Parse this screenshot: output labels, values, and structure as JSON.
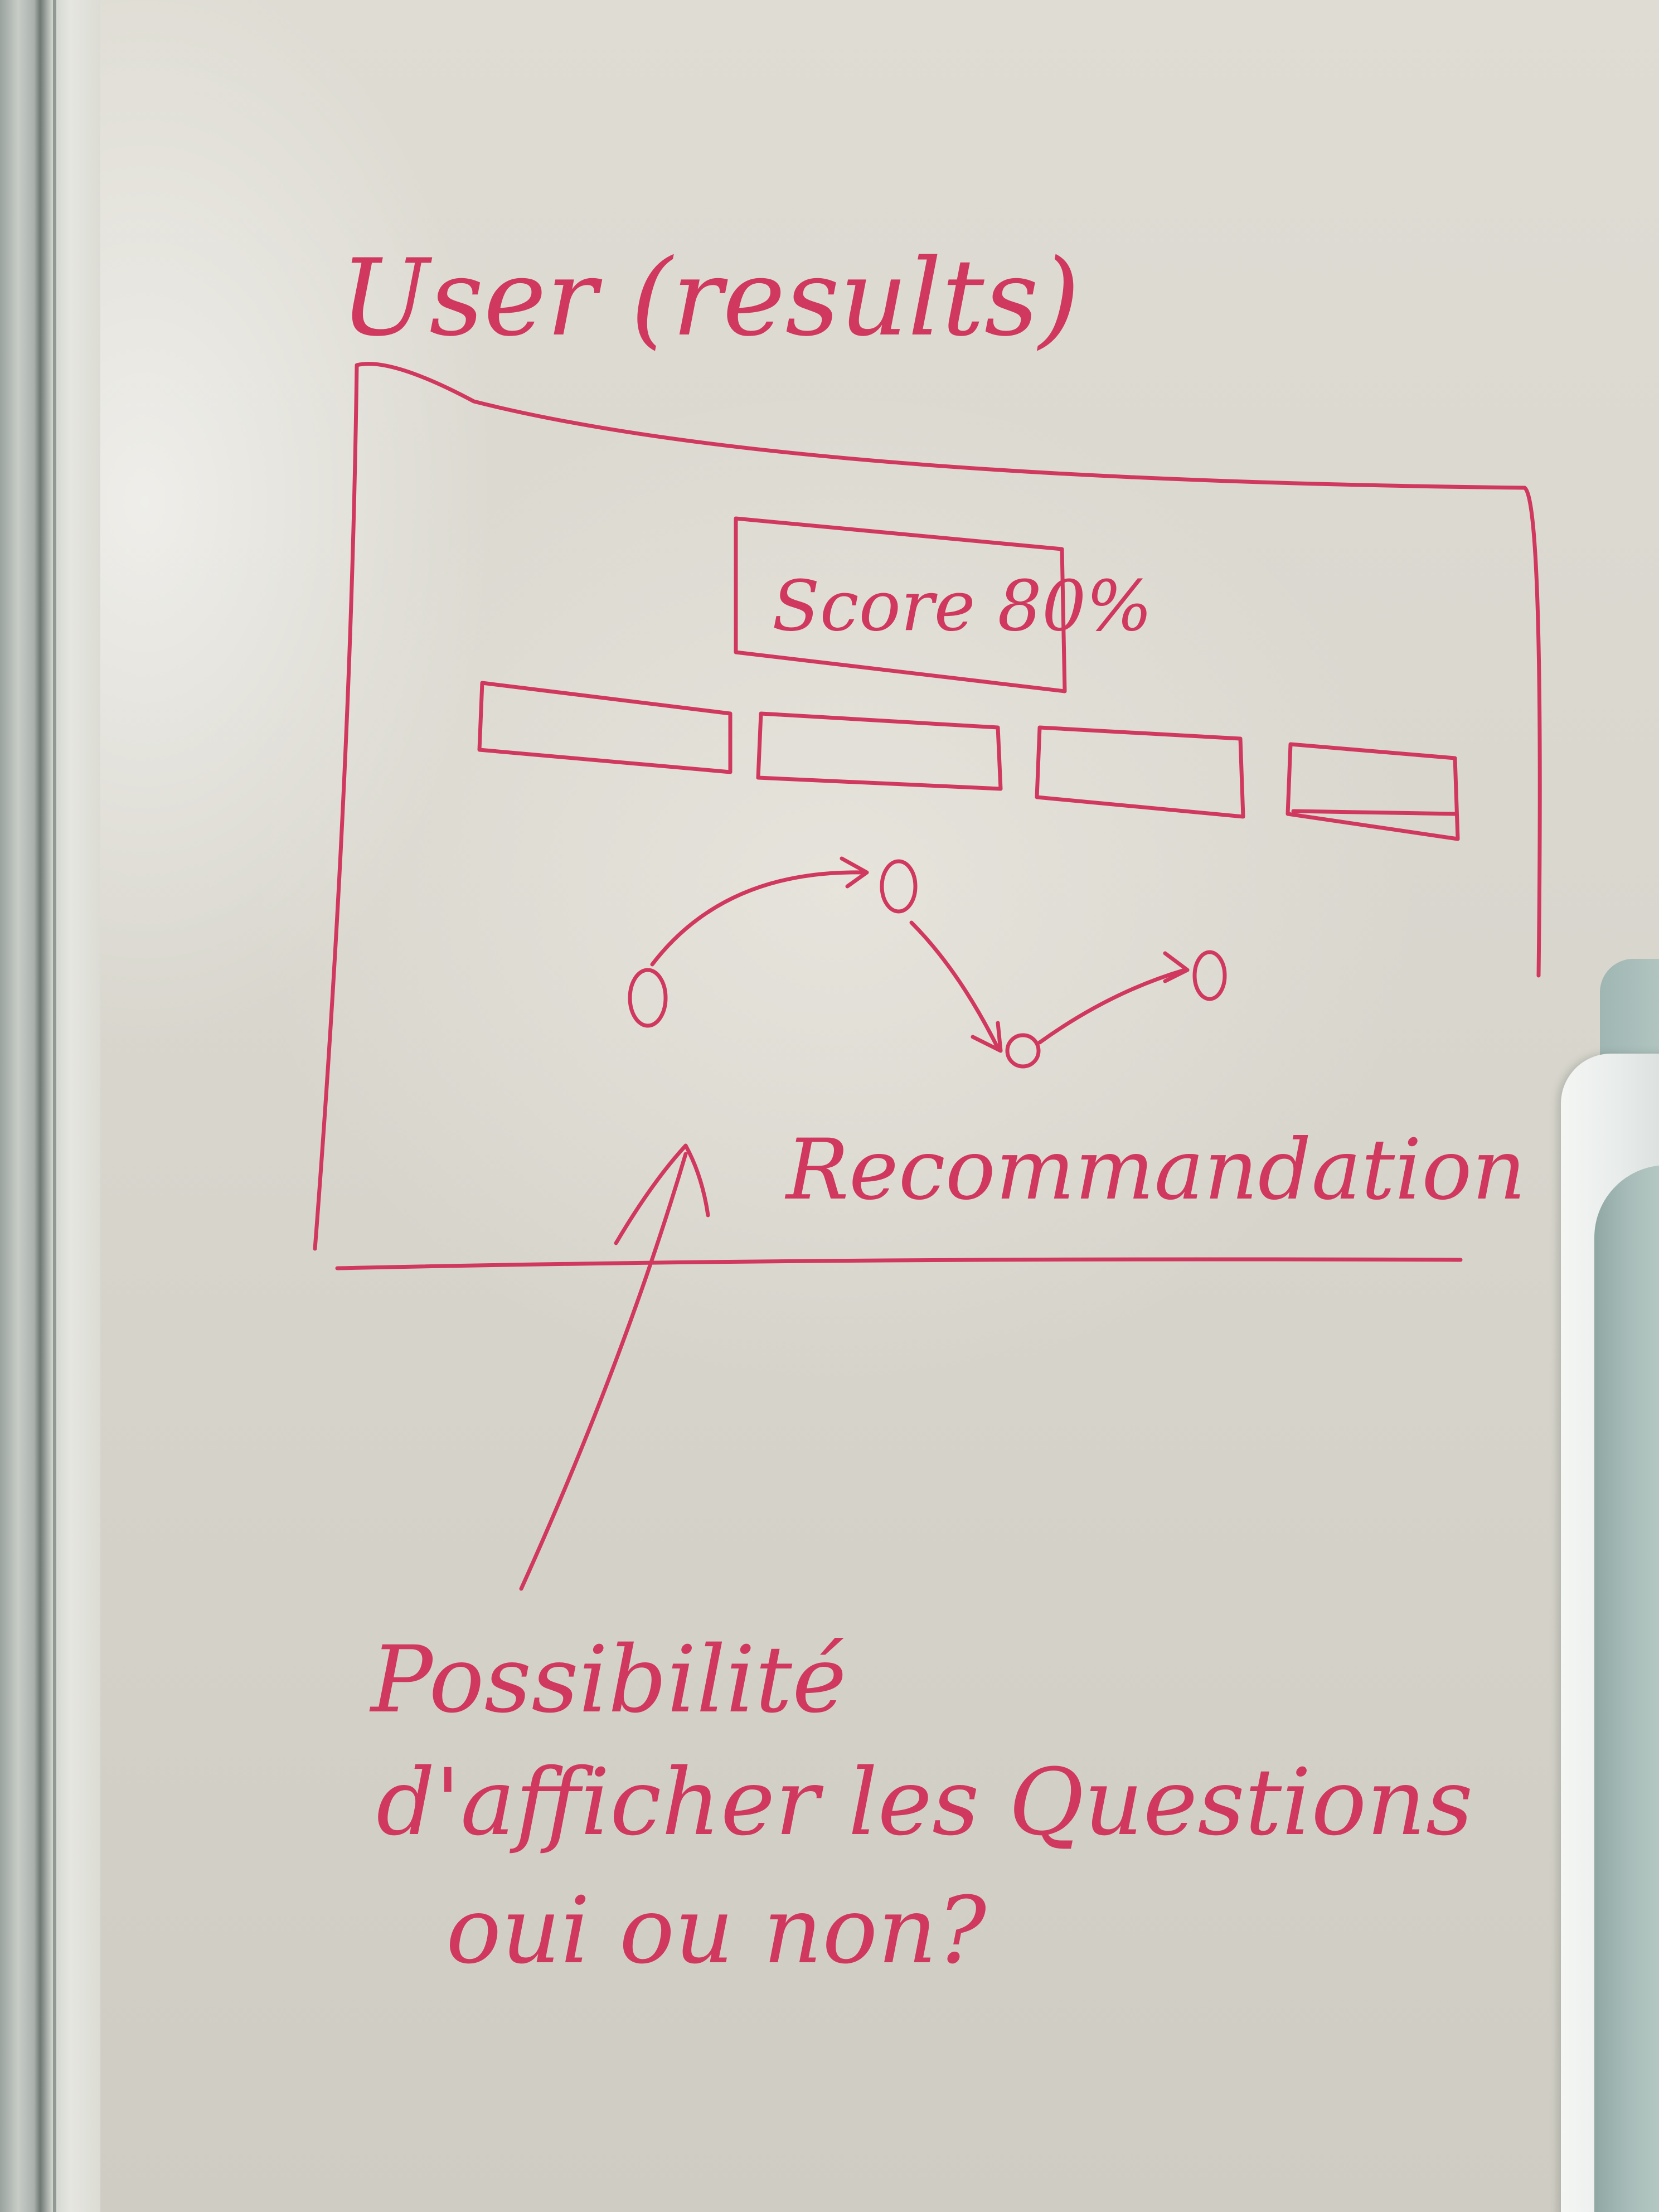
{
  "whiteboard": {
    "ink_color": "#d0385f",
    "heading": "User (results)",
    "score_box": "Score 80%",
    "recommendation_label": "Recommandation",
    "note_line_1": "Possibilité",
    "note_line_2": "d'afficher les Questions",
    "note_line_3": "oui ou non?"
  }
}
